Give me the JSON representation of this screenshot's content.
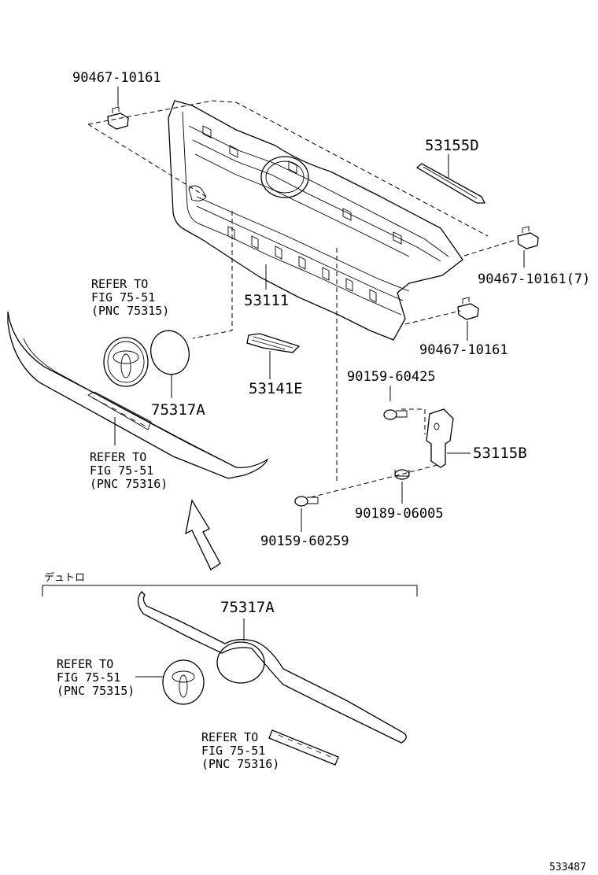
{
  "labels": {
    "clip_top": "90467-10161",
    "clip_right_7": "90467-10161(7)",
    "clip_right": "90467-10161",
    "molding": "53155D",
    "grille": "53111",
    "plate": "53141E",
    "screw_a": "90159-60425",
    "bracket": "53115B",
    "nut": "90189-06005",
    "screw_b": "90159-60259",
    "cover_small": "75317A",
    "cover_big": "75317A",
    "variant_heading": "デュトロ",
    "diagram_id": "533487"
  },
  "refs": {
    "emblem_upper": {
      "line1": "REFER TO",
      "line2": "FIG 75-51",
      "line3": "(PNC 75315)"
    },
    "script_upper": {
      "line1": "REFER TO",
      "line2": "FIG 75-51",
      "line3": "(PNC 75316)"
    },
    "emblem_lower": {
      "line1": "REFER TO",
      "line2": "FIG 75-51",
      "line3": "(PNC 75315)"
    },
    "script_lower": {
      "line1": "REFER TO",
      "line2": "FIG 75-51",
      "line3": "(PNC 75316)"
    }
  }
}
